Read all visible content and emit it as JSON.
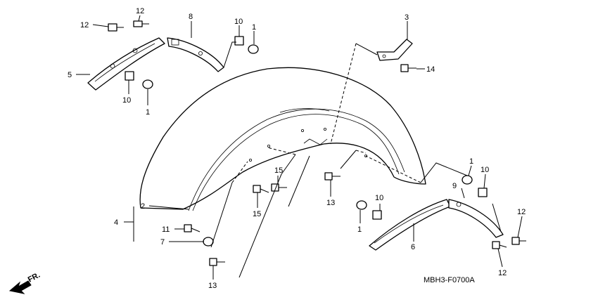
{
  "diagram_code": "MBH3-F0700A",
  "direction_label": "FR.",
  "callouts": [
    {
      "id": "c1a",
      "text": "1"
    },
    {
      "id": "c1b",
      "text": "1"
    },
    {
      "id": "c1c",
      "text": "1"
    },
    {
      "id": "c1d",
      "text": "1"
    },
    {
      "id": "c2",
      "text": "2"
    },
    {
      "id": "c3",
      "text": "3"
    },
    {
      "id": "c4",
      "text": "4"
    },
    {
      "id": "c5",
      "text": "5"
    },
    {
      "id": "c6",
      "text": "6"
    },
    {
      "id": "c7",
      "text": "7"
    },
    {
      "id": "c8",
      "text": "8"
    },
    {
      "id": "c9",
      "text": "9"
    },
    {
      "id": "c10a",
      "text": "10"
    },
    {
      "id": "c10b",
      "text": "10"
    },
    {
      "id": "c10c",
      "text": "10"
    },
    {
      "id": "c10d",
      "text": "10"
    },
    {
      "id": "c11",
      "text": "11"
    },
    {
      "id": "c12a",
      "text": "12"
    },
    {
      "id": "c12b",
      "text": "12"
    },
    {
      "id": "c12c",
      "text": "12"
    },
    {
      "id": "c12d",
      "text": "12"
    },
    {
      "id": "c13a",
      "text": "13"
    },
    {
      "id": "c13b",
      "text": "13"
    },
    {
      "id": "c14",
      "text": "14"
    },
    {
      "id": "c15a",
      "text": "15"
    },
    {
      "id": "c15b",
      "text": "15"
    }
  ]
}
